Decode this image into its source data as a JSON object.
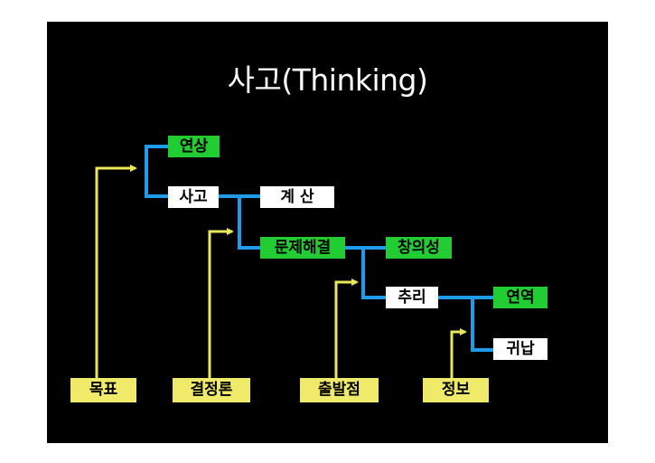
{
  "title": "사고(Thinking)",
  "colors": {
    "background": "#000000",
    "tree_line": "#1e9bea",
    "arrow": "#e8e85a",
    "green_box": "#22cc33",
    "white_box": "#ffffff",
    "yellow_box": "#f0ea6a"
  },
  "nodes": {
    "yeonsang": "연상",
    "sago": "사고",
    "gyesan": "계 산",
    "munje": "문제해결",
    "changui": "창의성",
    "churi": "추리",
    "yeonyeok": "연역",
    "gwinap": "귀납"
  },
  "sources": {
    "mokpyo": "목표",
    "gyeoljeong": "결정론",
    "chulbal": "출발점",
    "jeongbo": "정보"
  }
}
